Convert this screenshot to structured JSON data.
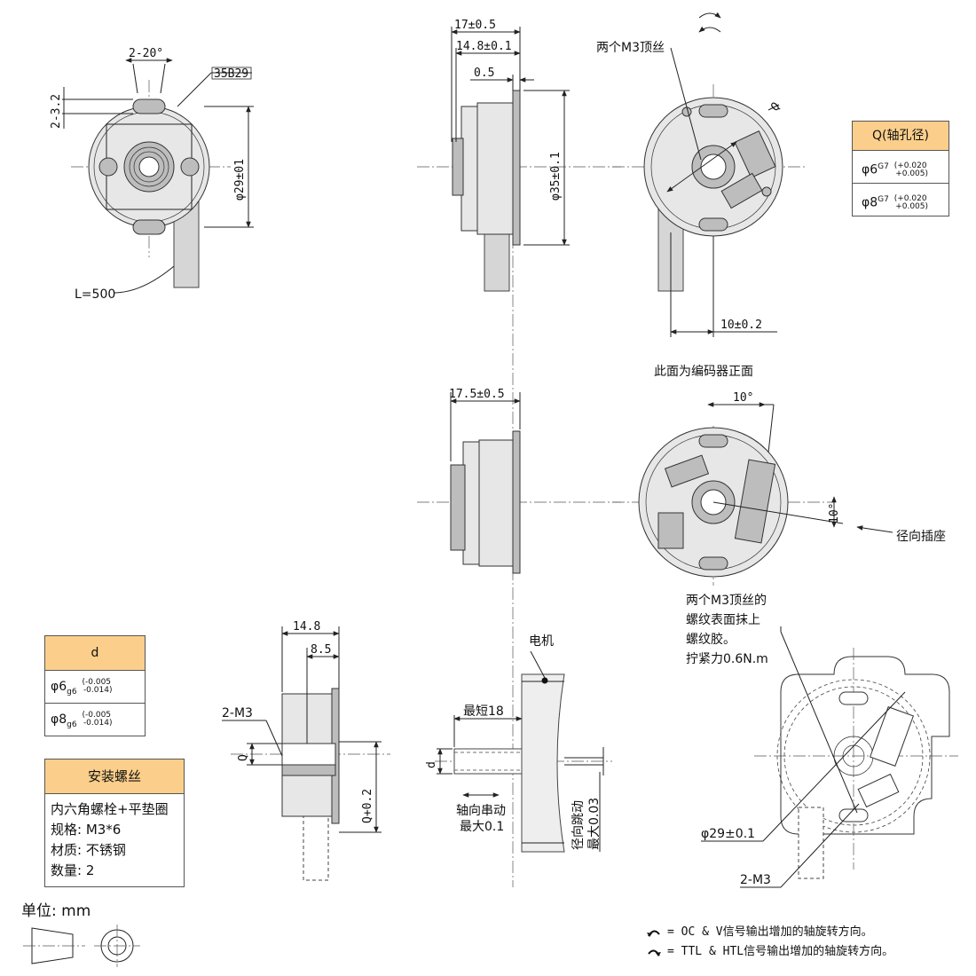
{
  "views": {
    "top_left": {
      "angle": "2-20°",
      "slot": "2-3.2",
      "part_no": "35B29",
      "pcd": "φ29±01",
      "cable_length": "L=500"
    },
    "side_top": {
      "dim1": "17±0.5",
      "dim2": "14.8±0.1",
      "dim3": "0.5",
      "diameter": "φ35±0.1"
    },
    "front_top": {
      "set_screws": "两个M3顶丝",
      "q_mark": "Q",
      "offset": "10±0.2"
    },
    "side_mid": {
      "dim": "17.5±0.5"
    },
    "front_mid": {
      "note": "此面为编码器正面",
      "angle_top": "10°",
      "angle_side": "10°",
      "socket": "径向插座"
    },
    "shaft_section": {
      "dim_a": "14.8",
      "dim_b": "8.5",
      "thread": "2-M3",
      "q": "Q",
      "q_fit": "Q+0.2"
    },
    "motor_shaft": {
      "motor": "电机",
      "min_len": "最短18",
      "d": "d",
      "axial": [
        "轴向串动",
        "最大0.1"
      ],
      "radial": [
        "径向跳动",
        "最大0.03"
      ]
    },
    "mount_view": {
      "note": [
        "两个M3顶丝的",
        "螺纹表面抹上",
        "螺纹胶。",
        "拧紧力0.6N.m"
      ],
      "pcd": "φ29±0.1",
      "thread": "2-M3"
    }
  },
  "q_table": {
    "header": "Q(轴孔径)",
    "rows": [
      {
        "base": "φ6",
        "fit": "G7",
        "upper": "+0.020",
        "lower": "+0.005"
      },
      {
        "base": "φ8",
        "fit": "G7",
        "upper": "+0.020",
        "lower": "+0.005"
      }
    ]
  },
  "d_table": {
    "header": "d",
    "rows": [
      {
        "base": "φ6",
        "fit": "g6",
        "upper": "-0.005",
        "lower": "-0.014"
      },
      {
        "base": "φ8",
        "fit": "g6",
        "upper": "-0.005",
        "lower": "-0.014"
      }
    ]
  },
  "mount_table": {
    "header": "安装螺丝",
    "lines": [
      "内六角螺栓+平垫圈",
      "规格: M3*6",
      "材质: 不锈钢",
      "数量: 2"
    ]
  },
  "unit": "单位: mm",
  "legend": [
    "= OC & V信号输出增加的轴旋转方向。",
    "= TTL & HTL信号输出增加的轴旋转方向。"
  ]
}
